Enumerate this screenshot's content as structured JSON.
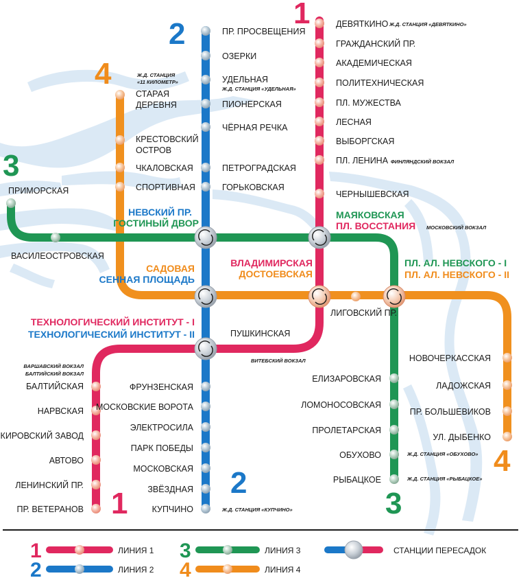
{
  "colors": {
    "line1": "#e0285f",
    "line2": "#1b78c8",
    "line3": "#1f9654",
    "line4": "#f08c1c",
    "river": "#d8e8f4",
    "transfer": "#c8d0d8"
  },
  "line_numbers": {
    "l1": "1",
    "l2": "2",
    "l3": "3",
    "l4": "4"
  },
  "stations": {
    "l1": [
      "ДЕВЯТКИНО",
      "ГРАЖДАНСКИЙ ПР.",
      "АКАДЕМИЧЕСКАЯ",
      "ПОЛИТЕХНИЧЕСКАЯ",
      "ПЛ. МУЖЕСТВА",
      "ЛЕСНАЯ",
      "ВЫБОРГСКАЯ",
      "ПЛ. ЛЕНИНА",
      "ЧЕРНЫШЕВСКАЯ",
      "ПУШКИНСКАЯ",
      "БАЛТИЙСКАЯ",
      "НАРВСКАЯ",
      "КИРОВСКИЙ ЗАВОД",
      "АВТОВО",
      "ЛЕНИНСКИЙ ПР.",
      "ПР. ВЕТЕРАНОВ"
    ],
    "l2": [
      "ПР. ПРОСВЕЩЕНИЯ",
      "ОЗЕРКИ",
      "УДЕЛЬНАЯ",
      "ПИОНЕРСКАЯ",
      "ЧЁРНАЯ РЕЧКА",
      "ПЕТРОГРАДСКАЯ",
      "ГОРЬКОВСКАЯ",
      "ФРУНЗЕНСКАЯ",
      "МОСКОВСКИЕ ВОРОТА",
      "ЭЛЕКТРОСИЛА",
      "ПАРК ПОБЕДЫ",
      "МОСКОВСКАЯ",
      "ЗВЁЗДНАЯ",
      "КУПЧИНО"
    ],
    "l3": [
      "ПРИМОРСКАЯ",
      "ВАСИЛЕОСТРОВСКАЯ",
      "ЕЛИЗАРОВСКАЯ",
      "ЛОМОНОСОВСКАЯ",
      "ПРОЛЕТАРСКАЯ",
      "ОБУХОВО",
      "РЫБАЦКОЕ"
    ],
    "l4": [
      "СТАРАЯ",
      "ДЕРЕВНЯ",
      "КРЕСТОВСКИЙ",
      "ОСТРОВ",
      "ЧКАЛОВСКАЯ",
      "СПОРТИВНАЯ",
      "ЛИГОВСКИЙ ПР.",
      "НОВОЧЕРКАССКАЯ",
      "ЛАДОЖСКАЯ",
      "ПР. БОЛЬШЕВИКОВ",
      "УЛ. ДЫБЕНКО"
    ]
  },
  "transfers": {
    "nevsky_2": "НЕВСКИЙ ПР.",
    "gostiny_3": "ГОСТИНЫЙ ДВОР",
    "mayak_3": "МАЯКОВСКАЯ",
    "vosstaniya_1": "ПЛ. ВОССТАНИЯ",
    "nevsky_pl_3": "ПЛ. АЛ. НЕВСКОГО - I",
    "nevsky_pl_4": "ПЛ. АЛ. НЕВСКОГО - II",
    "sadovaya_4": "САДОВАЯ",
    "sennaya_2": "СЕННАЯ ПЛОЩАДЬ",
    "vlad_1": "ВЛАДИМИРСКАЯ",
    "dost_4": "ДОСТОЕВСКАЯ",
    "tech_1": "ТЕХНОЛОГИЧЕСКИЙ ИНСТИТУТ - I",
    "tech_2": "ТЕХНОЛОГИЧЕСКИЙ ИНСТИТУТ - II"
  },
  "notes": {
    "devyatkino": "Ж.Д. СТАНЦИЯ «ДЕВЯТКИНО»",
    "km11_a": "Ж.Д. СТАНЦИЯ",
    "km11_b": "«11 КИЛОМЕТР»",
    "udelnaya": "Ж.Д. СТАНЦИЯ «УДЕЛЬНАЯ»",
    "finland": "ФИНЛЯНДСКИЙ ВОКЗАЛ",
    "moscow": "МОСКОВСКИЙ ВОКЗАЛ",
    "vitebsk": "ВИТЕБСКИЙ ВОКЗАЛ",
    "warsaw": "ВАРШАВСКИЙ ВОКЗАЛ",
    "baltic": "БАЛТИЙСКИЙ ВОКЗАЛ",
    "kupchino": "Ж.Д. СТАНЦИЯ «КУПЧИНО»",
    "obukhovo": "Ж.Д. СТАНЦИЯ «ОБУХОВО»",
    "rybatskoe": "Ж.Д. СТАНЦИЯ «РЫБАЦКОЕ»"
  },
  "legend": {
    "line1": "ЛИНИЯ 1",
    "line2": "ЛИНИЯ 2",
    "line3": "ЛИНИЯ 3",
    "line4": "ЛИНИЯ 4",
    "transfers": "СТАНЦИИ ПЕРЕСАДОК"
  }
}
